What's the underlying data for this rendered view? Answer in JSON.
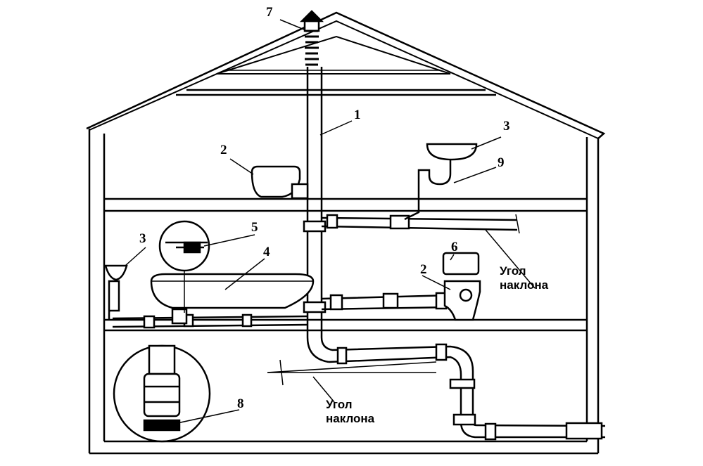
{
  "labels": {
    "vent_cap": "7",
    "stack": "1",
    "toilet_upper": "2",
    "sink_upper": "3",
    "trap_upper": "9",
    "sink_middle": "3",
    "bath_drain_detail": "5",
    "bathtub": "4",
    "cistern": "6",
    "toilet_middle": "2",
    "cleanout_detail": "8"
  },
  "annotations": {
    "slope_upper_line1": "Угол",
    "slope_upper_line2": "наклона",
    "slope_lower_line1": "Угол",
    "slope_lower_line2": "наклона"
  }
}
